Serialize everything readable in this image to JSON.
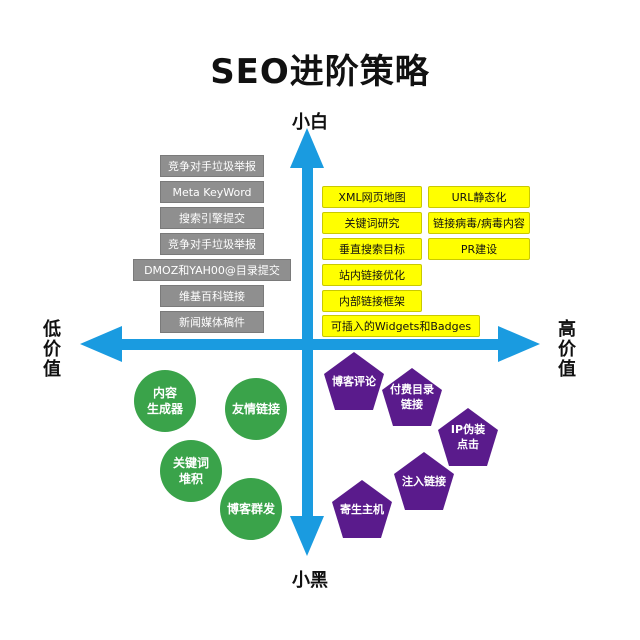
{
  "title": "SEO进阶策略",
  "axes": {
    "top": "小白",
    "bottom": "小黑",
    "left": "低价值",
    "right": "高价值"
  },
  "colors": {
    "axis": "#1a9be0",
    "gray": "#8f8f8f",
    "yellow": "#ffff00",
    "green": "#3aa34a",
    "purple": "#5a1b8c"
  },
  "gray_items": [
    "竞争对手垃圾举报",
    "Meta KeyWord",
    "搜索引擎提交",
    "竞争对手垃圾举报",
    "DMOZ和YAH00@目录提交",
    "维基百科链接",
    "新闻媒体稿件"
  ],
  "yellow_left": [
    "XML网页地图",
    "关键词研究",
    "垂直搜索目标",
    "站内链接优化",
    "内部链接框架",
    "可插入的Widgets和Badges"
  ],
  "yellow_right": [
    "URL静态化",
    "链接病毒/病毒内容",
    "PR建设"
  ],
  "green_items": [
    {
      "l1": "内容",
      "l2": "生成器"
    },
    {
      "l1": "友情链接",
      "l2": ""
    },
    {
      "l1": "关键词",
      "l2": "堆积"
    },
    {
      "l1": "博客群发",
      "l2": ""
    }
  ],
  "purple_items": [
    {
      "l1": "博客评论",
      "l2": ""
    },
    {
      "l1": "付费目录",
      "l2": "链接"
    },
    {
      "l1": "IP伪装",
      "l2": "点击"
    },
    {
      "l1": "注入链接",
      "l2": ""
    },
    {
      "l1": "寄生主机",
      "l2": ""
    }
  ]
}
